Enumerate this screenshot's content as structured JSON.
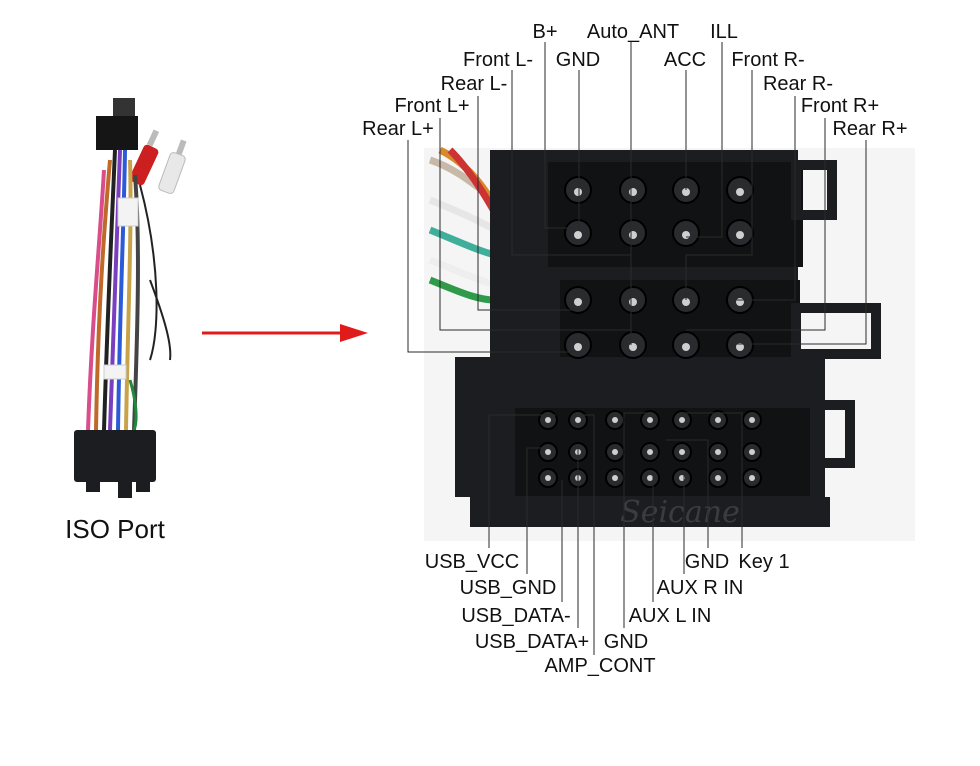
{
  "iso_caption": "ISO Port",
  "watermark": "Seicane",
  "colors": {
    "arrow": "#e01b1b",
    "connector": "#1c1d20",
    "label": "#111111"
  },
  "top_labels": {
    "b_plus": "B+",
    "auto_ant": "Auto_ANT",
    "ill": "ILL",
    "front_l_minus": "Front L-",
    "gnd": "GND",
    "acc": "ACC",
    "front_r_minus": "Front R-",
    "rear_l_minus": "Rear L-",
    "rear_r_minus": "Rear R-",
    "front_l_plus": "Front L+",
    "front_r_plus": "Front R+",
    "rear_l_plus": "Rear L+",
    "rear_r_plus": "Rear R+"
  },
  "bottom_labels": {
    "usb_vcc": "USB_VCC",
    "gnd_key": "GND",
    "key1": "Key 1",
    "usb_gnd": "USB_GND",
    "aux_r_in": "AUX R IN",
    "usb_data_minus": "USB_DATA-",
    "aux_l_in": "AUX L IN",
    "usb_data_plus": "USB_DATA+",
    "gnd2": "GND",
    "amp_cont": "AMP_CONT"
  }
}
